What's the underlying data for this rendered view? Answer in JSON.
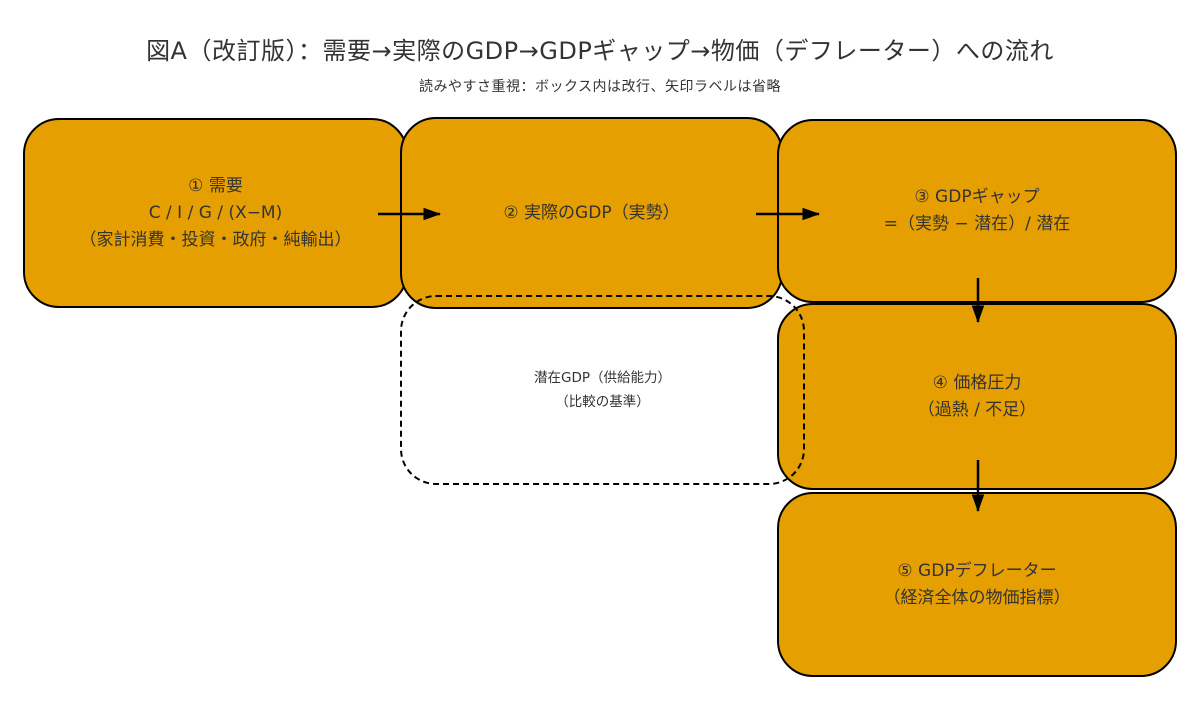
{
  "title": "図A（改訂版）：需要→実際のGDP→GDPギャップ→物価（デフレーター）への流れ",
  "subtitle": "読みやすさ重視：ボックス内は改行、矢印ラベルは省略",
  "colors": {
    "box_fill": "#E69F00",
    "box_border": "#000000",
    "text": "#333333",
    "background": "#FFFFFF",
    "arrow": "#000000"
  },
  "boxes": {
    "demand": {
      "lines": [
        "① 需要",
        "C / I / G / (X−M)",
        "（家計消費・投資・政府・純輸出）"
      ]
    },
    "actual_gdp": {
      "lines": [
        "② 実際のGDP（実勢）"
      ]
    },
    "gdp_gap": {
      "lines": [
        "③ GDPギャップ",
        "=（実勢 − 潜在）/ 潜在"
      ]
    },
    "potential_gdp": {
      "lines": [
        "潜在GDP（供給能力）",
        "（比較の基準）"
      ]
    },
    "price_pressure": {
      "lines": [
        "④ 価格圧力",
        "（過熱 / 不足）"
      ]
    },
    "gdp_deflator": {
      "lines": [
        "⑤ GDPデフレーター",
        "（経済全体の物価指標）"
      ]
    }
  },
  "arrows": [
    {
      "name": "demand-to-actual-gdp",
      "from": "demand",
      "to": "actual_gdp"
    },
    {
      "name": "actual-gdp-to-gdp-gap",
      "from": "actual_gdp",
      "to": "gdp_gap"
    },
    {
      "name": "gdp-gap-to-price-pressure",
      "from": "gdp_gap",
      "to": "price_pressure"
    },
    {
      "name": "price-pressure-to-gdp-deflator",
      "from": "price_pressure",
      "to": "gdp_deflator"
    }
  ]
}
